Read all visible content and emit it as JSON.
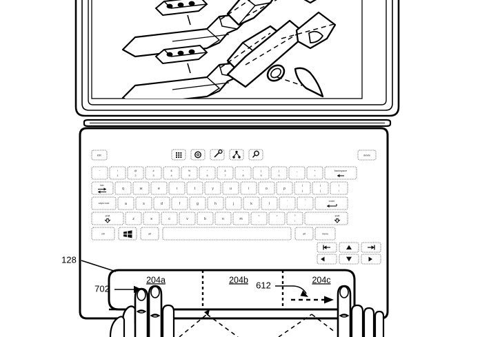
{
  "figure": {
    "kind": "patent-line-drawing",
    "subject": "laptop-computer-with-zoned-trackpad",
    "background_color": "#ffffff",
    "line_color": "#000000"
  },
  "display": {
    "name": "lid-display-screen",
    "content_description": "exploded-assembly-line-drawing-of-stylus-pen-components"
  },
  "keyboard": {
    "name": "keyboard",
    "rows": [
      {
        "id": "function-row",
        "keys": [
          {
            "label": "esc",
            "style": "text",
            "w": 22,
            "cls": "kcap-sm"
          },
          {
            "label": "",
            "style": "spacer",
            "w": 96
          },
          {
            "label": "grid-icon",
            "style": "icon",
            "icon": "grid",
            "w": 20
          },
          {
            "label": "gear-icon",
            "style": "icon",
            "icon": "gear",
            "w": 20
          },
          {
            "label": "key-icon",
            "style": "icon",
            "icon": "key",
            "w": 20
          },
          {
            "label": "network-icon",
            "style": "icon",
            "icon": "network",
            "w": 20
          },
          {
            "label": "search-icon",
            "style": "icon",
            "icon": "search",
            "w": 20
          },
          {
            "label": "",
            "style": "spacer",
            "w": 96
          },
          {
            "label": "delete",
            "style": "text",
            "w": 26,
            "cls": "kcap-xs"
          }
        ]
      },
      {
        "id": "number-row",
        "keys": [
          {
            "top": "~",
            "bottom": "`",
            "w": 22
          },
          {
            "top": "!",
            "bottom": "1",
            "w": 22
          },
          {
            "top": "@",
            "bottom": "2",
            "w": 22
          },
          {
            "top": "#",
            "bottom": "3",
            "w": 22
          },
          {
            "top": "$",
            "bottom": "4",
            "w": 22
          },
          {
            "top": "%",
            "bottom": "5",
            "w": 22
          },
          {
            "top": "^",
            "bottom": "6",
            "w": 22
          },
          {
            "top": "&",
            "bottom": "7",
            "w": 22
          },
          {
            "top": "*",
            "bottom": "8",
            "w": 22
          },
          {
            "top": "(",
            "bottom": "9",
            "w": 22
          },
          {
            "top": ")",
            "bottom": "0",
            "w": 22
          },
          {
            "top": "_",
            "bottom": "-",
            "w": 22
          },
          {
            "top": "+",
            "bottom": "=",
            "w": 22
          },
          {
            "label": "backspace",
            "style": "text",
            "w": 44,
            "cls": "kcap-xs"
          }
        ]
      },
      {
        "id": "qwerty-row",
        "keys": [
          {
            "label": "tab",
            "style": "text",
            "w": 31,
            "cls": "kcap-xs"
          },
          {
            "label": "q",
            "w": 22
          },
          {
            "label": "w",
            "w": 22
          },
          {
            "label": "e",
            "w": 22
          },
          {
            "label": "r",
            "w": 22
          },
          {
            "label": "t",
            "w": 22
          },
          {
            "label": "y",
            "w": 22
          },
          {
            "label": "u",
            "w": 22
          },
          {
            "label": "i",
            "w": 22
          },
          {
            "label": "o",
            "w": 22
          },
          {
            "label": "p",
            "w": 22
          },
          {
            "top": "{",
            "bottom": "[",
            "w": 22
          },
          {
            "top": "}",
            "bottom": "]",
            "w": 22
          },
          {
            "top": "|",
            "bottom": "\\",
            "w": 24
          }
        ]
      },
      {
        "id": "home-row",
        "keys": [
          {
            "label": "caps lock",
            "style": "text",
            "w": 35,
            "cls": "kcap-xs"
          },
          {
            "label": "a",
            "w": 22
          },
          {
            "label": "s",
            "w": 22
          },
          {
            "label": "d",
            "w": 22
          },
          {
            "label": "f",
            "w": 22
          },
          {
            "label": "g",
            "w": 22
          },
          {
            "label": "h",
            "w": 22
          },
          {
            "label": "j",
            "w": 22
          },
          {
            "label": "k",
            "w": 22
          },
          {
            "label": "l",
            "w": 22
          },
          {
            "top": ":",
            "bottom": ";",
            "w": 22
          },
          {
            "top": "\"",
            "bottom": "'",
            "w": 22
          },
          {
            "label": "enter",
            "style": "text",
            "w": 42,
            "cls": "kcap-xs"
          }
        ]
      },
      {
        "id": "shift-row",
        "keys": [
          {
            "label": "shift",
            "style": "text",
            "w": 46,
            "cls": "kcap-xs"
          },
          {
            "label": "z",
            "w": 22
          },
          {
            "label": "x",
            "w": 22
          },
          {
            "label": "c",
            "w": 22
          },
          {
            "label": "v",
            "w": 22
          },
          {
            "label": "b",
            "w": 22
          },
          {
            "label": "n",
            "w": 22
          },
          {
            "label": "m",
            "w": 22
          },
          {
            "top": "<",
            "bottom": ",",
            "w": 22
          },
          {
            "top": ">",
            "bottom": ".",
            "w": 22
          },
          {
            "top": "?",
            "bottom": "/",
            "w": 22
          },
          {
            "label": "shift",
            "style": "text",
            "w": 48,
            "cls": "kcap-xs"
          }
        ]
      },
      {
        "id": "bottom-row",
        "keys": [
          {
            "label": "ctrl",
            "style": "text",
            "w": 33,
            "cls": "kcap-xs"
          },
          {
            "label": "windows-icon",
            "style": "icon",
            "icon": "windows",
            "w": 26
          },
          {
            "label": "alt",
            "style": "text",
            "w": 26,
            "cls": "kcap-xs"
          },
          {
            "label": "",
            "style": "space",
            "w": 150
          },
          {
            "label": "alt",
            "style": "text",
            "w": 26,
            "cls": "kcap-xs"
          },
          {
            "label": "menu",
            "style": "text",
            "w": 28,
            "cls": "kcap-xs"
          }
        ]
      }
    ],
    "navigation_cluster": {
      "name": "arrow-key-cluster",
      "top_row": [
        "home-icon",
        "arrow-up-icon",
        "end-icon"
      ],
      "bottom_row": [
        "arrow-left-icon",
        "arrow-down-icon",
        "arrow-right-icon"
      ]
    }
  },
  "trackpad": {
    "name": "zoned-trackpad",
    "zones": [
      {
        "id": "zone-a",
        "label": "204a"
      },
      {
        "id": "zone-b",
        "label": "204b"
      },
      {
        "id": "zone-c",
        "label": "204c"
      }
    ],
    "dividers": 2,
    "swipe_arrow": {
      "name": "swipe-direction-arrow",
      "direction": "right"
    }
  },
  "reference_numerals": [
    {
      "id": "ref-128",
      "label": "128",
      "points_to": "laptop-base-housing"
    },
    {
      "id": "ref-702",
      "label": "702",
      "points_to": "trackpad-zone-a"
    },
    {
      "id": "ref-612",
      "label": "612",
      "points_to": "trackpad-zone-c-boundary"
    }
  ],
  "hands": {
    "name": "user-hands",
    "left_hand": {
      "name": "left-hand",
      "fingers_on_pad": 2
    },
    "right_hand": {
      "name": "right-hand",
      "fingers_on_pad": 1
    }
  }
}
